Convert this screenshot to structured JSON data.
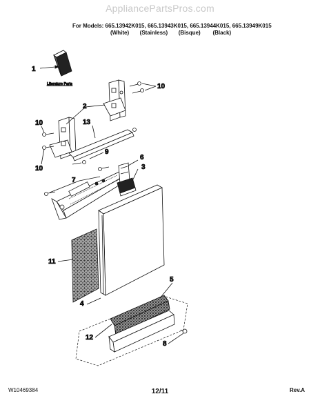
{
  "header": {
    "watermark": "AppliancePartsPros.com",
    "models_line": "For Models: 665.13942K015, 665.13943K015, 665.13944K015, 665.13949K015",
    "colors": [
      "(White)",
      "(Stainless)",
      "(Bisque)",
      "(Black)"
    ]
  },
  "diagram": {
    "literature_label": "Literature Parts",
    "callouts": {
      "c1": "1",
      "c2": "2",
      "c3": "3",
      "c4": "4",
      "c5": "5",
      "c6": "6",
      "c7": "7",
      "c8": "8",
      "c9": "9",
      "c10a": "10",
      "c10b": "10",
      "c10c": "10",
      "c11": "11",
      "c12": "12",
      "c13": "13"
    }
  },
  "footer": {
    "doc_number": "W10469384",
    "page": "12/11",
    "revision": "Rev.A"
  },
  "colors": {
    "line": "#111111",
    "background": "#ffffff",
    "watermark": "#c8c8c8"
  }
}
